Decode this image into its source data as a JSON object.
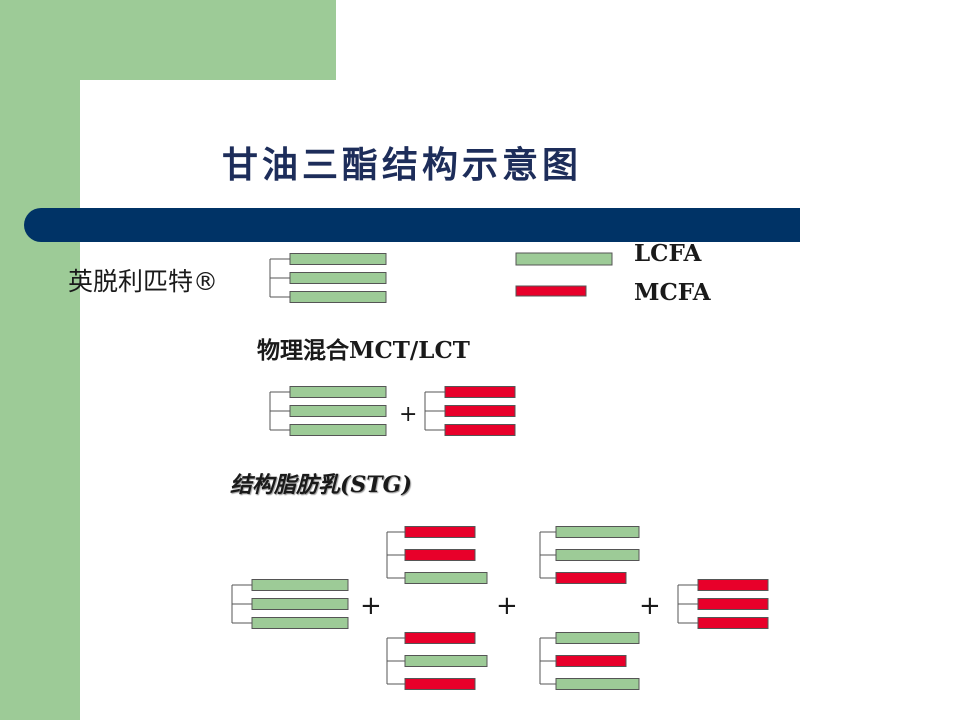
{
  "title": "甘油三酯结构示意图",
  "brand_label": "英脱利匹特®",
  "legend": {
    "lcfa_label": "LCFA",
    "mcfa_label": "MCFA",
    "lcfa_color": "#9dcb97",
    "mcfa_color": "#e8002a"
  },
  "physical_mix_label": "物理混合MCT/LCT",
  "stg_label": "结构脂肪乳(STG)",
  "plus_sign": "+",
  "colors": {
    "navy_bar": "#003366",
    "green_background": "#9dcb97",
    "title_color": "#1d2d5a"
  },
  "molecules": {
    "lct_brand": [
      "LCFA",
      "LCFA",
      "LCFA"
    ],
    "mix_lct": [
      "LCFA",
      "LCFA",
      "LCFA"
    ],
    "mix_mct": [
      "MCFA",
      "MCFA",
      "MCFA"
    ],
    "stg_lll": [
      "LCFA",
      "LCFA",
      "LCFA"
    ],
    "stg_mml": [
      "MCFA",
      "MCFA",
      "LCFA"
    ],
    "stg_mlm": [
      "MCFA",
      "LCFA",
      "MCFA"
    ],
    "stg_llm": [
      "LCFA",
      "LCFA",
      "MCFA"
    ],
    "stg_lml": [
      "LCFA",
      "MCFA",
      "LCFA"
    ],
    "stg_mmm": [
      "MCFA",
      "MCFA",
      "MCFA"
    ]
  }
}
